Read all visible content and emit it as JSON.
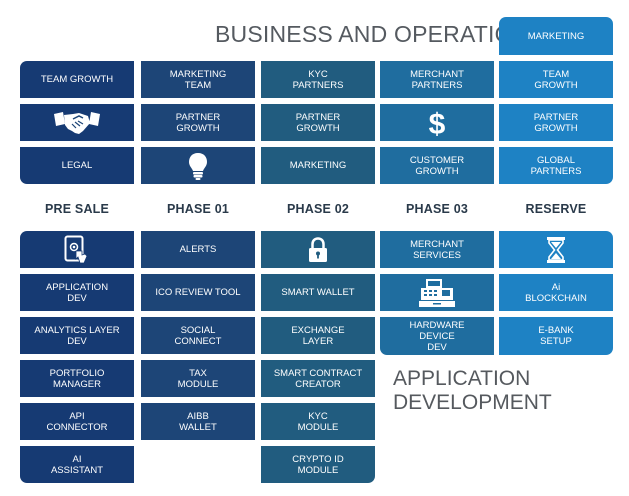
{
  "header": {
    "title": "BUSINESS AND OPERATIONS",
    "marketing_tag": "MARKETING"
  },
  "business_grid": {
    "col1": [
      "TEAM GROWTH",
      "",
      "LEGAL"
    ],
    "col2": [
      "MARKETING\nTEAM",
      "PARTNER\nGROWTH",
      ""
    ],
    "col3": [
      "KYC\nPARTNERS",
      "PARTNER\nGROWTH",
      "MARKETING"
    ],
    "col4": [
      "MERCHANT\nPARTNERS",
      "",
      "CUSTOMER\nGROWTH"
    ],
    "col5": [
      "TEAM\nGROWTH",
      "PARTNER\nGROWTH",
      "GLOBAL\nPARTNERS"
    ]
  },
  "phases": [
    "PRE SALE",
    "PHASE 01",
    "PHASE 02",
    "PHASE 03",
    "RESERVE"
  ],
  "phase_grid": {
    "col1": [
      "",
      "APPLICATION\nDEV",
      "ANALYTICS LAYER\nDEV",
      "PORTFOLIO\nMANAGER",
      "API\nCONNECTOR",
      "AI\nASSISTANT"
    ],
    "col2": [
      "ALERTS",
      "ICO REVIEW TOOL",
      "SOCIAL\nCONNECT",
      "TAX\nMODULE",
      "AIBB\nWALLET"
    ],
    "col3": [
      "",
      "SMART WALLET",
      "EXCHANGE\nLAYER",
      "SMART CONTRACT\nCREATOR",
      "KYC\nMODULE",
      "CRYPTO ID\nMODULE"
    ],
    "col4": [
      "MERCHANT\nSERVICES",
      "",
      "HARDWARE\nDEVICE\nDEV"
    ],
    "col5": [
      "",
      "Ai\nBLOCKCHAIN",
      "E-BANK\nSETUP"
    ]
  },
  "app_dev_label": "APPLICATION\nDEVELOPMENT",
  "colors": {
    "c1": "#163a73",
    "c2": "#1d4577",
    "c3": "#215c7f",
    "c4": "#1f6d9f",
    "c5": "#1e82c4"
  },
  "icons": [
    "handshake-icon",
    "lightbulb-icon",
    "dollar-icon",
    "tablet-touch-icon",
    "lock-icon",
    "cash-register-icon",
    "hourglass-icon"
  ]
}
